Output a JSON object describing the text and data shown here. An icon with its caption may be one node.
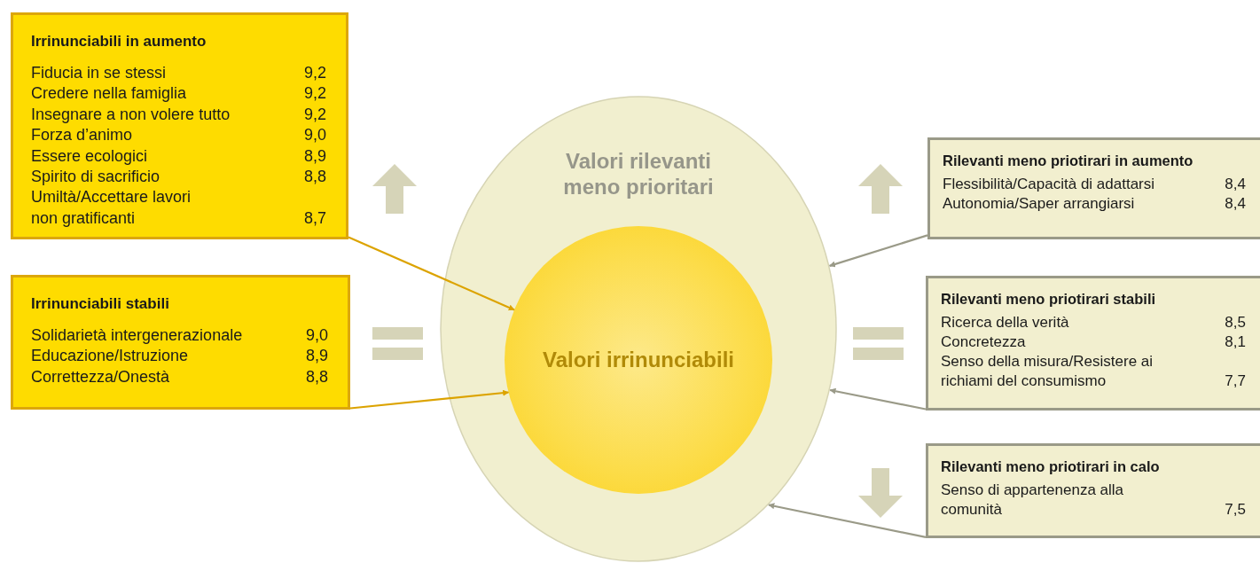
{
  "diagram": {
    "nodes": [
      {
        "text": [
          "Valori rilevanti meno prioritari"
        ]
      },
      {
        "text": [
          "Valori irrinunciabili"
        ],
        "in": 0
      },
      {
        "text": [
          "Irrinunciabili in aumento",
          "Fiducia in se stessi",
          "9,2",
          "Credere nella famiglia",
          "9,2",
          "Insegnare a non volere tutto",
          "9,2",
          "Forza d’animo",
          "9,0",
          "Essere ecologici",
          "8,9",
          "Spirito di sacrificio",
          "8,8",
          "Umiltà/Accettare lavori non gratificanti",
          "8,7"
        ]
      },
      {
        "text": [
          "Irrinunciabili stabili",
          "Solidarietà intergenerazionale",
          "9,0",
          "Educazione/Istruzione",
          "8,9",
          "Correttezza/Onestà",
          "8,8"
        ]
      },
      {
        "text": [
          "Rilevanti meno priotirari in aumento",
          "Flessibilità/Capacità di adattarsi",
          "8,4",
          "Autonomia/Saper arrangiarsi",
          "8,4"
        ]
      },
      {
        "text": [
          "Rilevanti meno priotirari stabili",
          "Ricerca della verità",
          "8,5",
          "Concretezza",
          "8,1",
          "Senso della misura/Resistere ai richiami del consumismo",
          "7,7"
        ]
      },
      {
        "text": [
          "Rilevanti meno priotirari in calo",
          "Senso di appartenenza alla comunità",
          "7,5"
        ]
      }
    ],
    "edges": [
      {
        "from": 2,
        "to": 1,
        "arrow": "to",
        "color": "#dca300"
      },
      {
        "from": 3,
        "to": 1,
        "arrow": "to",
        "color": "#dca300"
      },
      {
        "from": 4,
        "to": 0,
        "arrow": "to"
      },
      {
        "from": 5,
        "to": 0,
        "arrow": "to"
      },
      {
        "from": 6,
        "to": 0,
        "arrow": "to"
      }
    ]
  }
}
